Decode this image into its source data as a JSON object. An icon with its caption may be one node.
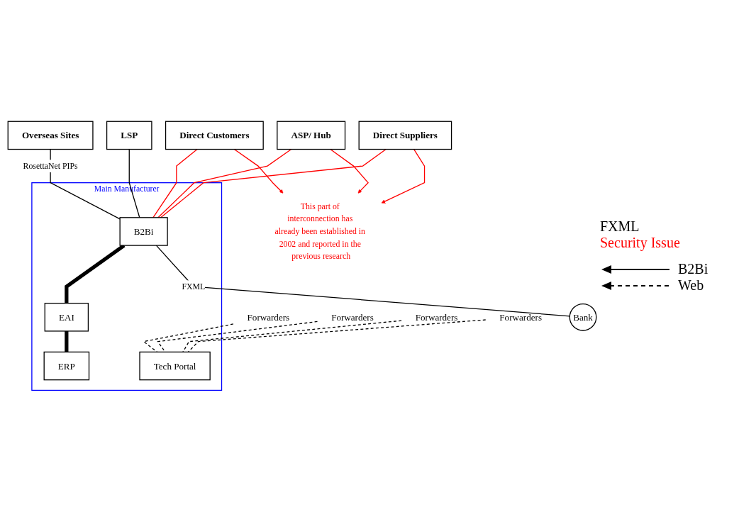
{
  "diagram": {
    "nodes": [
      {
        "text": [
          "Direct Suppliers"
        ]
      },
      {
        "text": [
          "ASP/ Hub"
        ]
      },
      {
        "text": [
          "Direct Customers"
        ]
      },
      {
        "text": [
          "LSP"
        ]
      },
      {
        "text": [
          "Overseas Sites"
        ]
      },
      {
        "text": [
          "Forwarders"
        ]
      },
      {
        "text": [
          "Forwarders"
        ]
      },
      {
        "text": [
          "Forwarders"
        ]
      },
      {
        "text": [
          "Forwarders"
        ]
      },
      {
        "text": [
          "Main Manufacturer"
        ]
      },
      {
        "text": [
          "Tech Portal"
        ],
        "in": 9
      },
      {
        "text": [
          "B2Bi"
        ],
        "in": 9
      },
      {
        "text": [
          "EAI"
        ],
        "in": 9
      },
      {
        "text": [
          "ERP"
        ],
        "in": 9
      },
      {
        "text": [
          "Bank"
        ]
      },
      {
        "text": [
          "This part of interconnection has already been established in 2002 and reported in the previous research"
        ]
      }
    ],
    "edges": [
      {
        "from": 0,
        "to": 15,
        "arrow": "to",
        "color": "#ff0000"
      },
      {
        "from": 1,
        "to": 15,
        "arrow": "to",
        "color": "#ff0000"
      },
      {
        "from": 2,
        "to": 15,
        "arrow": "to",
        "color": "#ff0000"
      },
      {
        "from": 0,
        "to": 11,
        "arrow": "none",
        "color": "#ff0000"
      },
      {
        "from": 1,
        "to": 11,
        "arrow": "none",
        "color": "#ff0000"
      },
      {
        "from": 2,
        "to": 11,
        "arrow": "none",
        "color": "#ff0000"
      },
      {
        "from": 3,
        "to": 11,
        "arrow": "none"
      },
      {
        "from": 4,
        "to": 11,
        "arrow": "none",
        "label": "RosettaNet PIPs"
      },
      {
        "from": 5,
        "to": 10,
        "arrow": "none",
        "style": "dashed"
      },
      {
        "from": 6,
        "to": 10,
        "arrow": "none",
        "style": "dashed"
      },
      {
        "from": 7,
        "to": 10,
        "arrow": "none",
        "style": "dashed"
      },
      {
        "from": 8,
        "to": 10,
        "arrow": "none",
        "style": "dashed"
      },
      {
        "from": 11,
        "to": 14,
        "arrow": "none",
        "label": "FXML"
      },
      {
        "from": 11,
        "to": 12,
        "arrow": "none",
        "style": "thick"
      },
      {
        "from": 12,
        "to": 13,
        "arrow": "none",
        "style": "thick"
      }
    ],
    "labels": [
      "FXML",
      "Security Issue"
    ],
    "legend": [
      {
        "text": "B2Bi"
      },
      {
        "text": "Web"
      }
    ]
  }
}
